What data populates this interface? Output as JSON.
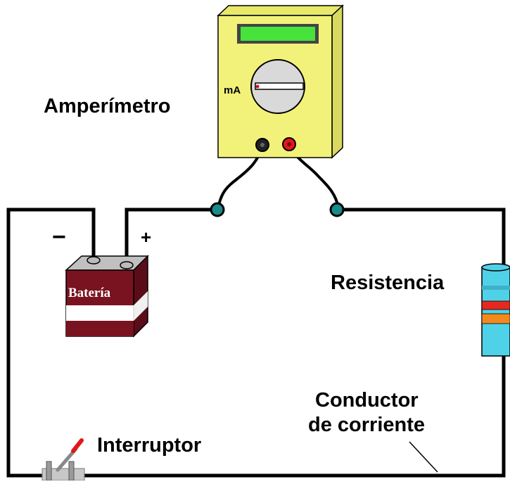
{
  "labels": {
    "ammeter": "Amperímetro",
    "resistor": "Resistencia",
    "conductor_line1": "Conductor",
    "conductor_line2": "de corriente",
    "switch": "Interruptor",
    "minus": "−",
    "plus": "+",
    "battery": "Batería",
    "ammeter_scale": "mA"
  },
  "colors": {
    "wire": "#000000",
    "meter_body": "#f2f27a",
    "meter_display": "#47e23b",
    "battery": "#7a1320",
    "resistor_body": "#4fd2e8",
    "band_red": "#e8281e",
    "band_orange": "#f08a1e",
    "terminal": "#1a8a8a"
  }
}
